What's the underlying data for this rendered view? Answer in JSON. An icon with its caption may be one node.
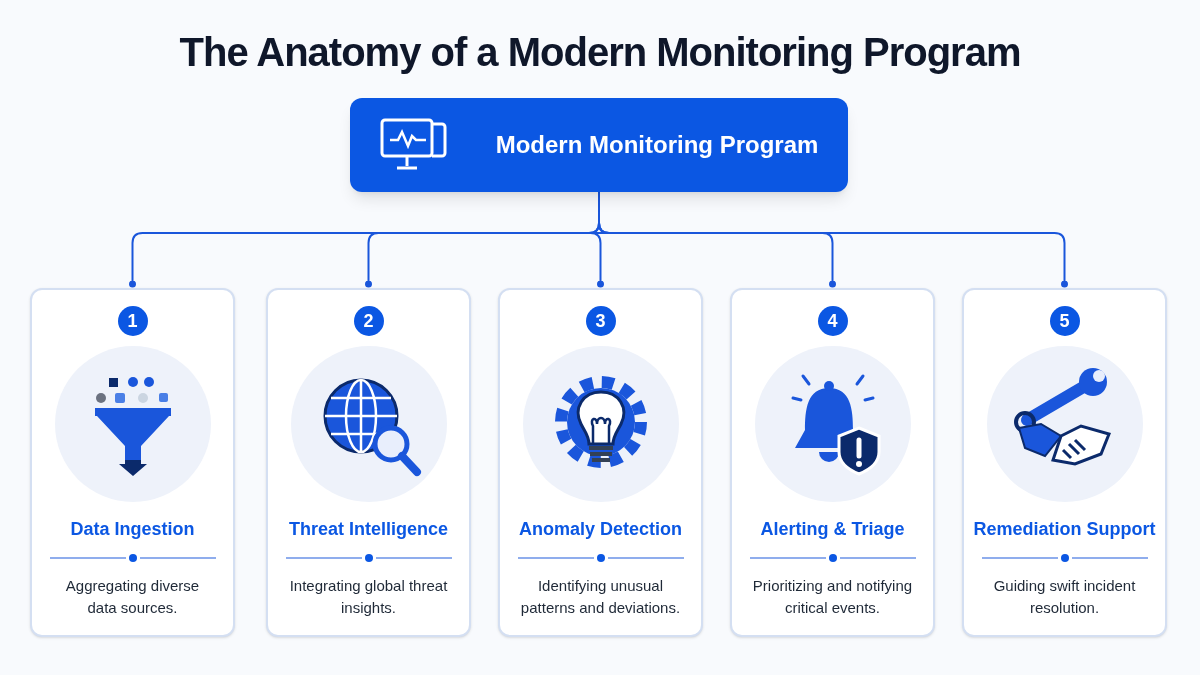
{
  "diagram": {
    "title": "The Anatomy of a Modern Monitoring Program",
    "nodes": [
      {
        "text": [
          "Modern Monitoring Program"
        ]
      },
      {
        "text": [
          "1",
          "Data Ingestion",
          "Aggregating diverse data sources."
        ]
      },
      {
        "text": [
          "2",
          "Threat Intelligence",
          "Integrating global threat insights."
        ]
      },
      {
        "text": [
          "3",
          "Anomaly Detection",
          "Identifying unusual patterns and deviations."
        ]
      },
      {
        "text": [
          "4",
          "Alerting & Triage",
          "Prioritizing and notifying critical events."
        ]
      },
      {
        "text": [
          "5",
          "Remediation Support",
          "Guiding swift incident resolution."
        ]
      }
    ],
    "edges": [
      {
        "from": 0,
        "to": 1,
        "arrow": "other"
      },
      {
        "from": 0,
        "to": 2,
        "arrow": "other"
      },
      {
        "from": 0,
        "to": 3,
        "arrow": "other"
      },
      {
        "from": 0,
        "to": 4,
        "arrow": "other"
      },
      {
        "from": 0,
        "to": 5,
        "arrow": "other"
      }
    ]
  }
}
